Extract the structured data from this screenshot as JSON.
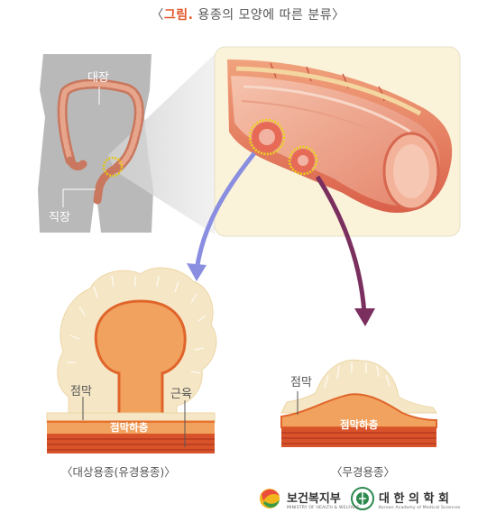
{
  "title": {
    "open": "〈",
    "label": "그림.",
    "text": " 용종의 모양에 따른 분류",
    "close": "〉"
  },
  "body_labels": {
    "colon": "대장",
    "rectum": "직장"
  },
  "pedunculated": {
    "mucosa": "점막",
    "muscle": "근육",
    "submucosa": "점막하층",
    "caption": "〈대상용종(유경용종)〉"
  },
  "sessile": {
    "mucosa": "점막",
    "submucosa": "점막하층",
    "caption": "〈무경용종〉"
  },
  "logos": {
    "ministry": {
      "name": "보건복지부",
      "sub": "MINISTRY OF HEALTH & WELFARE"
    },
    "academy": {
      "name": "대 한 의 학 회",
      "sub": "Korean Academy of Medical Sciences"
    }
  },
  "colors": {
    "accent": "#e2572b",
    "arrow_left": "#8a8ee0",
    "arrow_right": "#7a2f5e"
  }
}
